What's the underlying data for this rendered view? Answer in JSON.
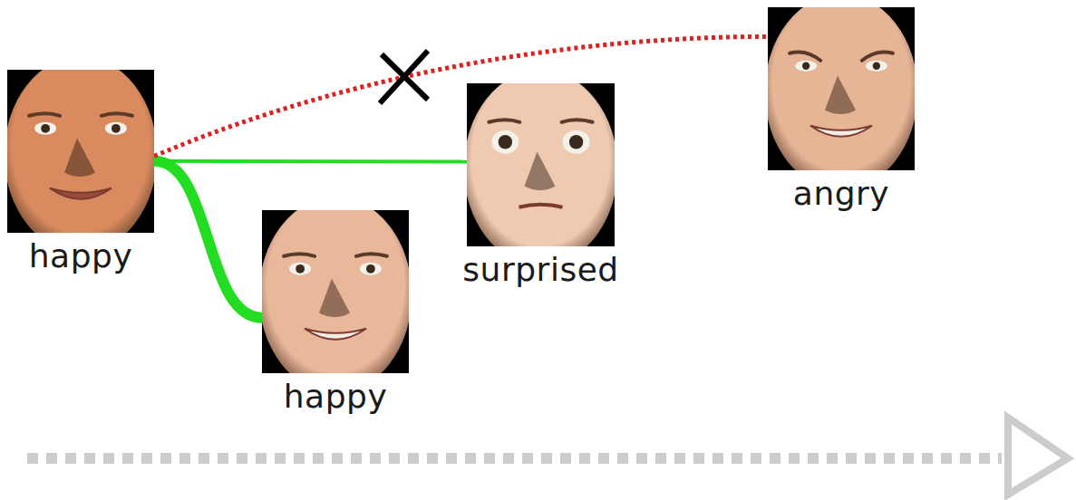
{
  "diagram": {
    "nodes": [
      {
        "text": [
          "happy"
        ]
      },
      {
        "text": [
          "happy"
        ]
      },
      {
        "text": [
          "surprised"
        ]
      },
      {
        "text": [
          "angry"
        ]
      }
    ],
    "edges": [
      {
        "from": 0,
        "to": 1,
        "arrow": "none"
      },
      {
        "from": 0,
        "to": 2,
        "arrow": "none"
      },
      {
        "from": 0,
        "to": 3,
        "arrow": "none"
      }
    ]
  }
}
